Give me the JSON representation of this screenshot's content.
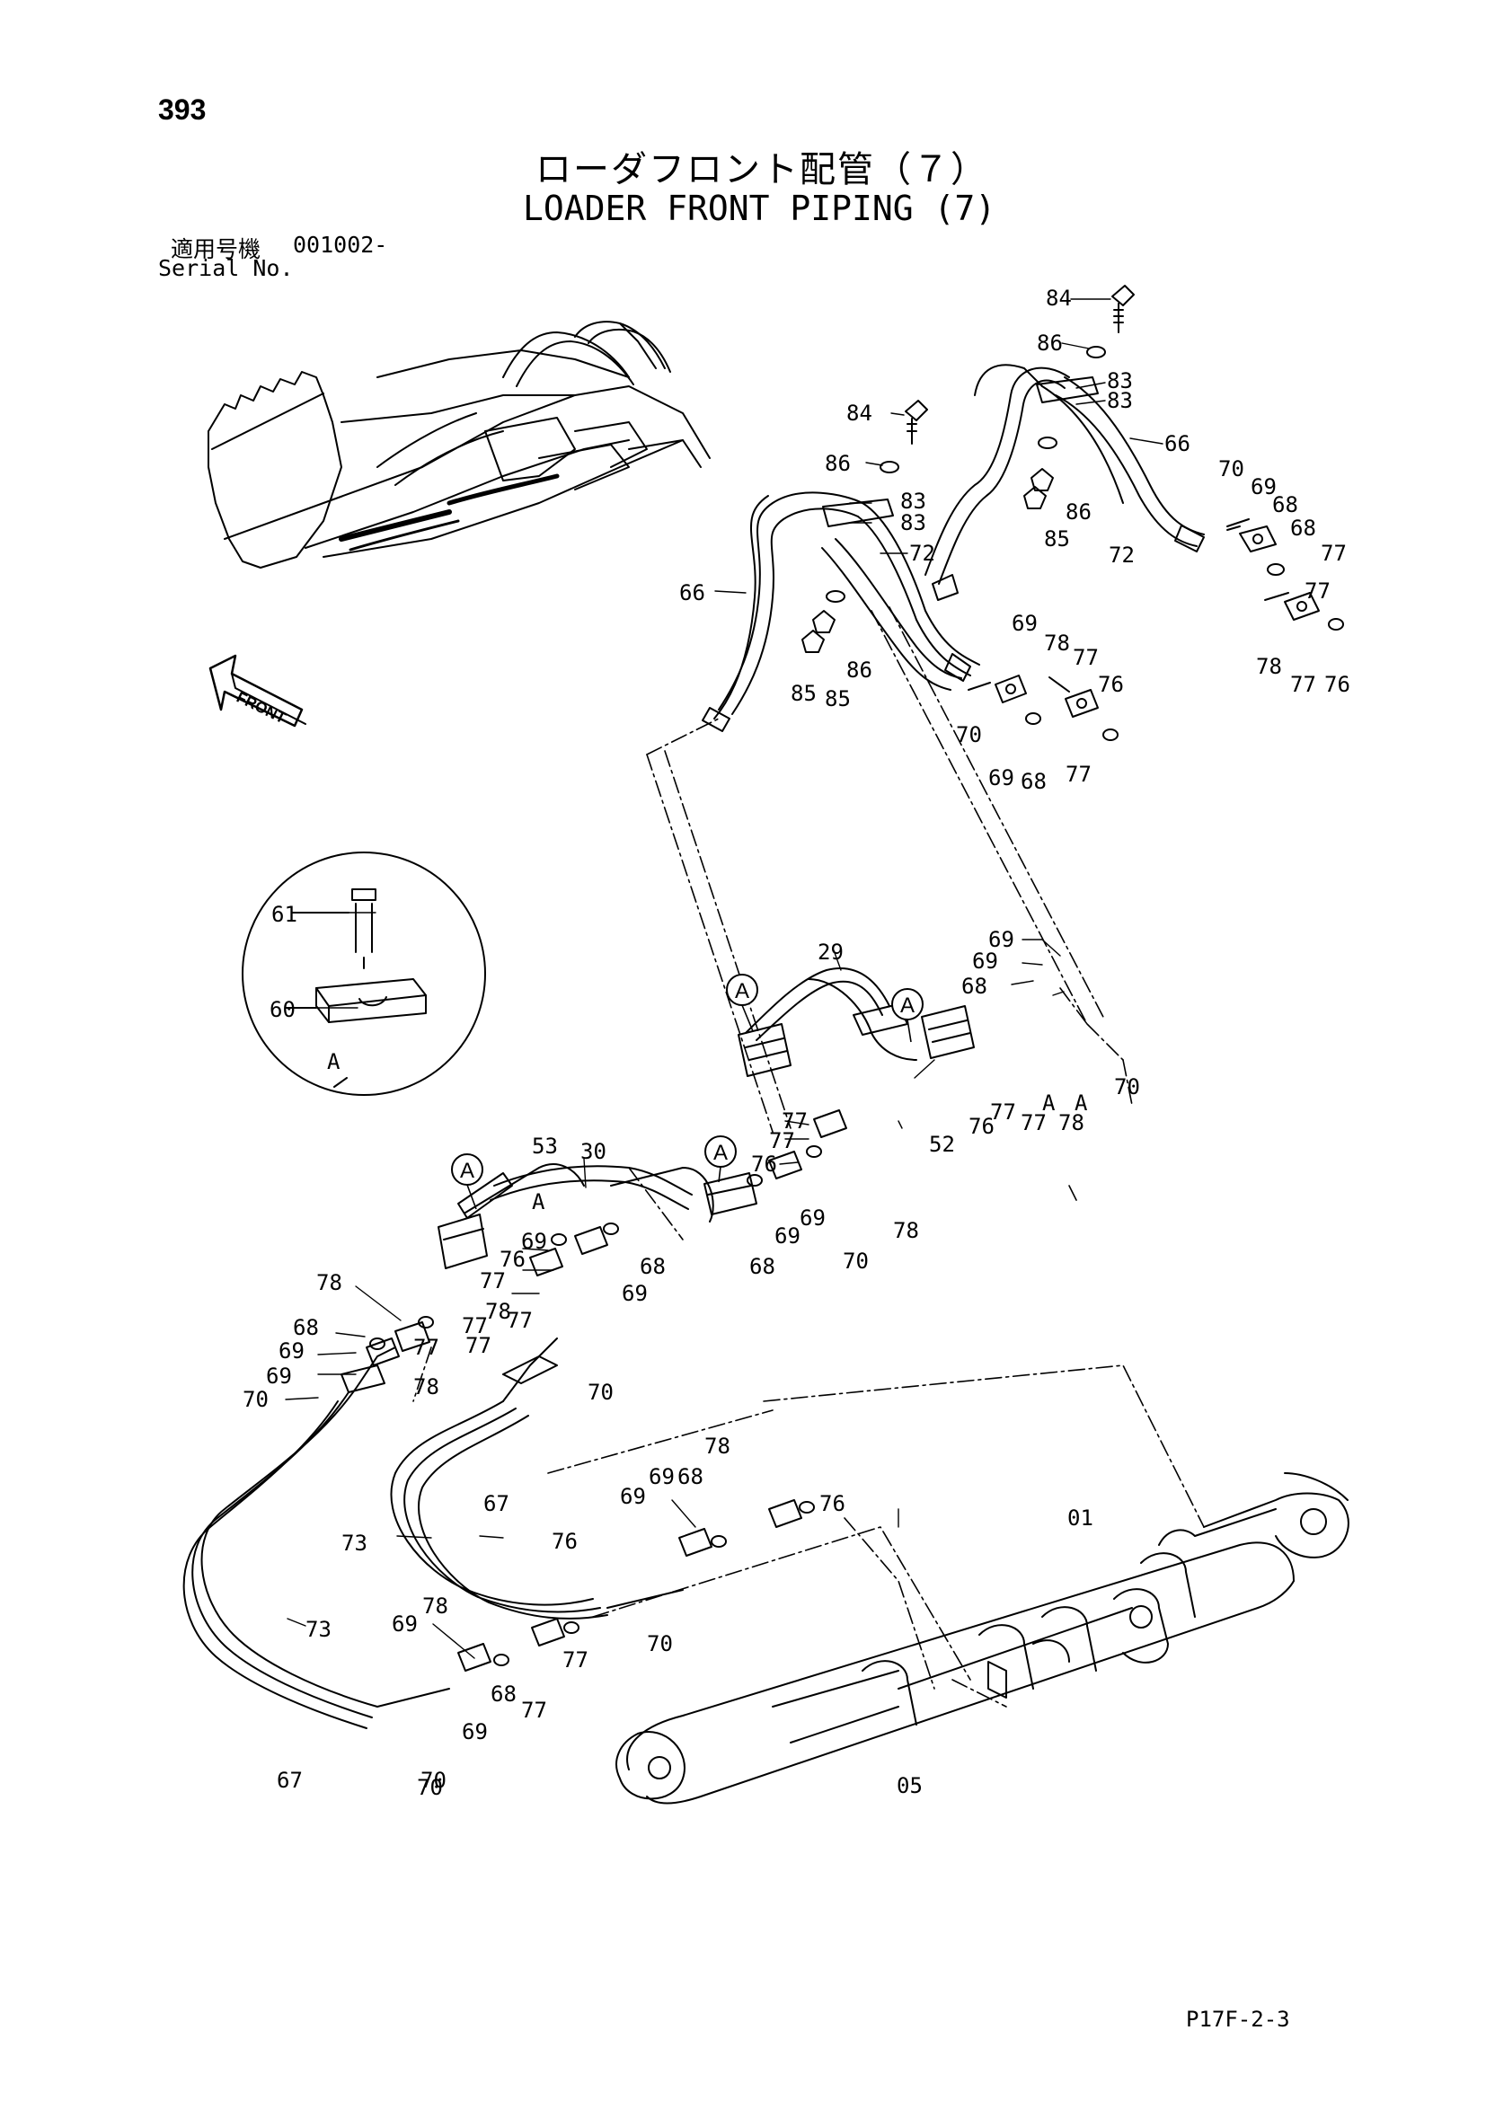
{
  "header": {
    "page_number": "393",
    "title_jp": "ローダフロント配管（７）",
    "title_en": "LOADER FRONT PIPING (7)",
    "serial_label_jp": "適用号機",
    "serial_value": "001002-",
    "serial_label_en": "Serial No."
  },
  "footer": {
    "reference": "P17F-2-3"
  },
  "diagram": {
    "front_arrow_label": "FRONT",
    "detail_callout_letter": "A",
    "part_labels": [
      "84",
      "86",
      "83",
      "83",
      "66",
      "70",
      "69",
      "68",
      "68",
      "77",
      "86",
      "85",
      "72",
      "78",
      "76",
      "77",
      "77",
      "84",
      "86",
      "83",
      "83",
      "72",
      "66",
      "85",
      "85",
      "86",
      "69",
      "78",
      "77",
      "76",
      "70",
      "69",
      "68",
      "77",
      "61",
      "60",
      "A",
      "29",
      "69",
      "69",
      "68",
      "70",
      "78",
      "77",
      "77",
      "76",
      "A",
      "A",
      "77",
      "77",
      "76",
      "52",
      "53",
      "30",
      "A",
      "78",
      "69",
      "69",
      "70",
      "68",
      "69",
      "76",
      "77",
      "78",
      "68",
      "69",
      "77",
      "77",
      "70",
      "78",
      "68",
      "69",
      "70",
      "69",
      "78",
      "77",
      "77",
      "76",
      "69",
      "69",
      "68",
      "01",
      "78",
      "70",
      "67",
      "73",
      "76",
      "73",
      "05",
      "69",
      "78",
      "68",
      "77",
      "77",
      "69",
      "70",
      "67",
      "70"
    ]
  }
}
